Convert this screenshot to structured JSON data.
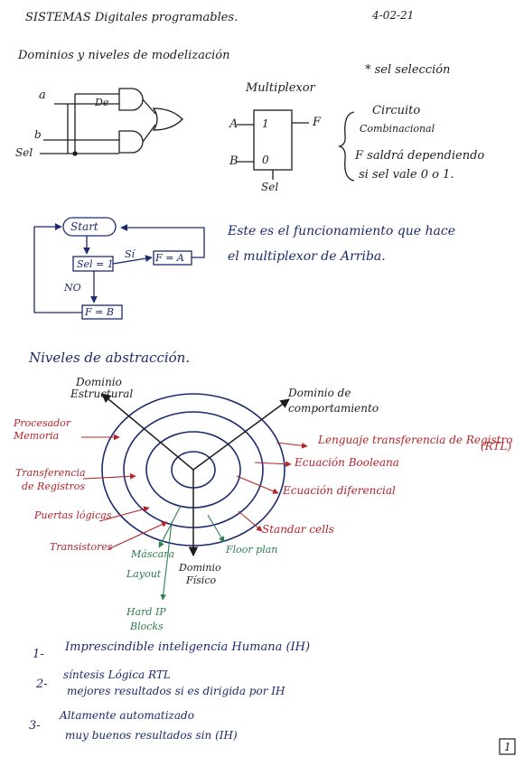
{
  "header": {
    "title": "SISTEMAS Digitales programables.",
    "date": "4-02-21",
    "subtitle": "Dominios y niveles de modelización"
  },
  "logic": {
    "input_a": "a",
    "input_b": "b",
    "input_sel": "Sel",
    "and_label": "De"
  },
  "mux": {
    "title": "Multiplexor",
    "note": "* sel selección",
    "pin_a": "A",
    "pin_b": "B",
    "pin_f": "F",
    "one": "1",
    "zero": "0",
    "sel": "Sel",
    "desc_1": "Circuito",
    "desc_2": "Combinacional",
    "desc_3": "F saldrá dependiendo",
    "desc_4": "si sel vale 0 o 1."
  },
  "flow": {
    "start": "Start",
    "cond": "Sel = 1",
    "yes": "Sí",
    "no": "NO",
    "fa": "F = A",
    "fb": "F = B",
    "explain_1": "Este es el funcionamiento que hace",
    "explain_2": "el multiplexor de Arriba."
  },
  "abstraction": {
    "title": "Niveles de abstracción.",
    "axis_structural": [
      "Dominio",
      "Estructural"
    ],
    "axis_behavioral": [
      "Dominio de",
      "comportamiento"
    ],
    "axis_physical": [
      "Dominio",
      "Físico"
    ],
    "left_labels": {
      "processor": [
        "Procesador",
        "Memoria"
      ],
      "register": [
        "Transferencia",
        "de Registros"
      ],
      "gates": "Puertas lógicas",
      "transistors": "Transistores"
    },
    "right_labels": {
      "rtl": "Lenguaje transferencia de Registro",
      "rtl2": "(RTL)",
      "boolean": "Ecuación Booleana",
      "diff": "Ecuación diferencial",
      "cells": "Standar cells",
      "floor": "Floor plan"
    },
    "green_labels": {
      "masks": [
        "Máscara",
        "Layout"
      ],
      "hard": [
        "Hard IP",
        "Blocks"
      ]
    }
  },
  "notes": [
    {
      "num": "1-",
      "text": "Imprescindible inteligencia Humana (IH)",
      "text2": ""
    },
    {
      "num": "2-",
      "text": "síntesis Lógica RTL",
      "text2": "mejores resultados si es dirigida por IH"
    },
    {
      "num": "3-",
      "text": "Altamente automatizado",
      "text2": "muy buenos resultados sin (IH)"
    }
  ],
  "page_number": "1",
  "colors": {
    "ink_black": "#1d1d1d",
    "ink_navy": "#1c2a6e",
    "ink_red": "#b3242a",
    "ink_green": "#2e7d4f"
  }
}
